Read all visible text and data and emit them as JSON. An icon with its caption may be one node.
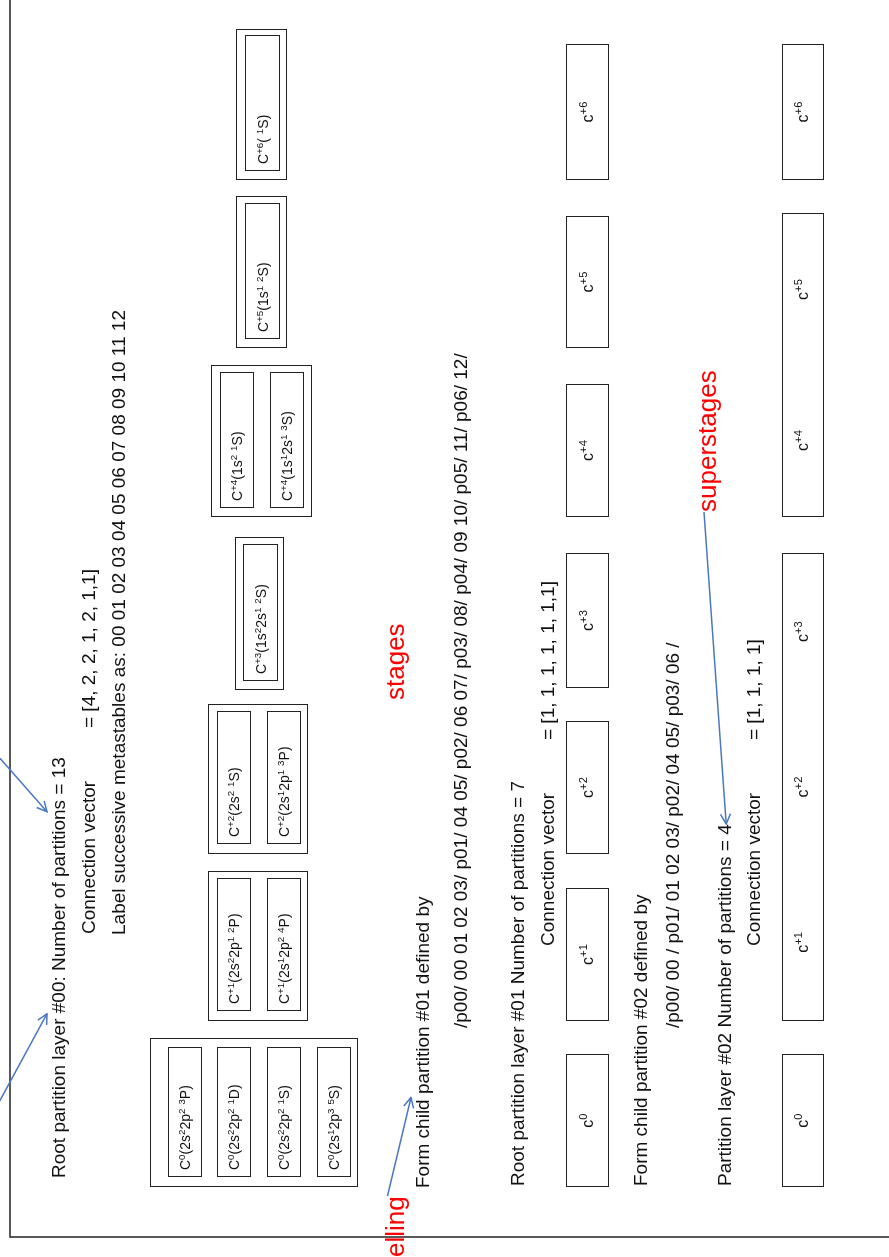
{
  "diagram": {
    "nodes": [
      {
        "text": [
          "Root partition layer #00:  Number of partitions = 13"
        ]
      },
      {
        "text": [],
        "shape": "box"
      },
      {
        "text": [
          "C$^{0}$(2s$^{2}$2p$^{2}$ $^{3}$P)"
        ],
        "in": 1
      },
      {
        "text": [
          "C$^{0}$(2s$^{2}$2p$^{2}$ $^{1}$D)"
        ],
        "in": 1
      },
      {
        "text": [
          "C$^{0}$(2s$^{2}$2p$^{2}$ $^{1}$S)"
        ],
        "in": 1
      },
      {
        "text": [
          "C$^{0}$(2s$^{1}$2p$^{3}$ $^{5}$S)"
        ],
        "in": 1
      },
      {
        "text": [],
        "shape": "box"
      },
      {
        "text": [
          "C$^{+1}$(2s$^{2}$2p$^{1}$ $^{2}$P)"
        ],
        "in": 6
      },
      {
        "text": [
          "C$^{+1}$(2s$^{1}$2p$^{2}$ $^{4}$P)"
        ],
        "in": 6
      },
      {
        "text": [],
        "shape": "box"
      },
      {
        "text": [
          "C$^{+2}$(2s$^{2}$ $^{1}$S)"
        ],
        "in": 9
      },
      {
        "text": [
          "C$^{+2}$(2s$^{1}$2p$^{1}$ $^{3}$P)"
        ],
        "in": 9
      },
      {
        "text": [],
        "shape": "box"
      },
      {
        "text": [
          "C$^{+3}$(1s$^{2}$2s$^{1}$ $^{2}$S)"
        ],
        "in": 12
      },
      {
        "text": [],
        "shape": "box"
      },
      {
        "text": [
          "C$^{+4}$(1s$^{2}$ $^{1}$S)"
        ],
        "in": 14
      },
      {
        "text": [
          "C$^{+4}$(1s$^{1}$2s$^{1}$ $^{3}$S)"
        ],
        "in": 14
      },
      {
        "text": [],
        "shape": "box"
      },
      {
        "text": [
          "C$^{+5}$(1s$^{1}$ $^{2}$S)"
        ],
        "in": 17
      },
      {
        "text": [],
        "shape": "box"
      },
      {
        "text": [
          "C$^{+6}$( $^{1}$S)"
        ],
        "in": 19
      },
      {
        "text": [
          "elling"
        ]
      },
      {
        "text": [
          "Form child partition #01 defined by"
        ]
      },
      {
        "text": [
          "c$^{0}$"
        ]
      },
      {
        "text": [
          "c$^{+1}$"
        ]
      },
      {
        "text": [
          "c$^{+2}$"
        ]
      },
      {
        "text": [
          "c$^{+3}$"
        ]
      },
      {
        "text": [
          "c$^{+4}$"
        ]
      },
      {
        "text": [
          "c$^{+5}$"
        ]
      },
      {
        "text": [
          "c$^{+6}$"
        ]
      },
      {
        "text": [
          "superstages"
        ]
      },
      {
        "text": [
          "Partition layer #02 Number of partitions = 4"
        ]
      },
      {
        "text": [
          "c$^{0}$"
        ]
      },
      {
        "text": [
          "c$^{+1}$",
          "c$^{+2}$",
          "c$^{+3}$"
        ]
      },
      {
        "text": [
          "c$^{+4}$",
          "c$^{+5}$"
        ]
      },
      {
        "text": [
          "c$^{+6}$"
        ]
      }
    ],
    "edges": [
      {
        "from": null,
        "to": 0,
        "arrow": "to"
      },
      {
        "from": null,
        "to": 0,
        "arrow": "to"
      },
      {
        "from": 21,
        "to": 22,
        "arrow": "to"
      },
      {
        "from": 30,
        "to": 31,
        "arrow": "to"
      }
    ],
    "labels": [
      "Connection vector",
      "= [4, 2, 2, 1, 2, 1,1]",
      "Label successive metastables as: 00 01 02 03 04 05 06 07 08 09 10 11 12",
      "stages",
      "/p00/ 00 01 02 03/ p01/ 04 05/ p02/ 06 07/ p03/ 08/ p04/ 09 10/ p05/ 11/ p06/ 12/",
      "Root partition layer #01 Number of partitions = 7",
      "Connection vector",
      "= [1, 1, 1, 1, 1, 1,1]",
      "Form child partition #02 defined by",
      "/p00/ 00 / p01/ 01 02 03/ p02/ 04 05/ p03/ 06 /",
      "Connection vector",
      "= [1, 1, 1, 1]"
    ]
  }
}
